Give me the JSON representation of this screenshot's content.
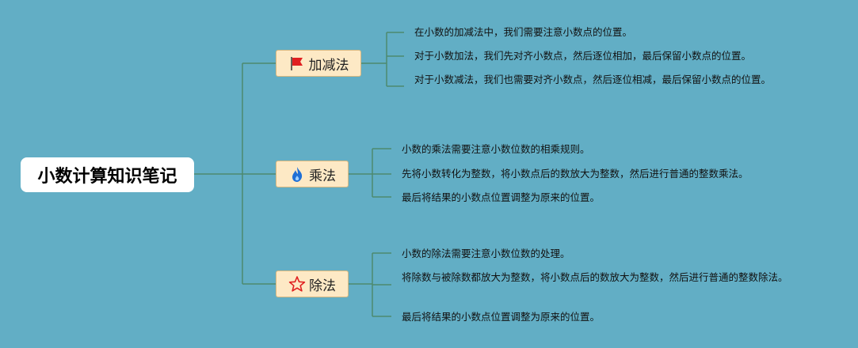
{
  "title": "小数计算知识笔记",
  "branches": [
    {
      "label": "加减法",
      "icon": "red-flag-icon",
      "items": [
        "在小数的加减法中，我们需要注意小数点的位置。",
        "对于小数加法，我们先对齐小数点，然后逐位相加，最后保留小数点的位置。",
        "对于小数减法，我们也需要对齐小数点，然后逐位相减，最后保留小数点的位置。"
      ]
    },
    {
      "label": "乘法",
      "icon": "blue-flame-icon",
      "items": [
        "小数的乘法需要注意小数位数的相乘规则。",
        "先将小数转化为整数，将小数点后的数放大为整数，然后进行普通的整数乘法。",
        "最后将结果的小数点位置调整为原来的位置。"
      ]
    },
    {
      "label": "除法",
      "icon": "red-star-outline-icon",
      "items": [
        "小数的除法需要注意小数位数的处理。",
        "将除数与被除数都放大为整数，将小数点后的数放大为整数，然后进行普通的整数除法。",
        "最后将结果的小数点位置调整为原来的位置。"
      ]
    }
  ],
  "colors": {
    "background": "#62aec5",
    "line": "#4d8a6e",
    "branch_fill": "#fde9c5"
  }
}
